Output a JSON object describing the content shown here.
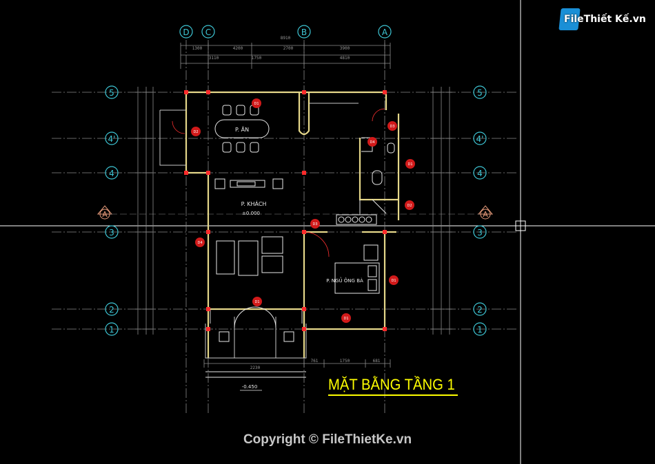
{
  "drawing": {
    "title": "MẶT BẰNG TẦNG 1",
    "copyright": "Copyright © FileThietKe.vn",
    "logo_text": "FileThiết Kế.vn",
    "column_grid_top": [
      "D",
      "C",
      "B",
      "A"
    ],
    "row_grid_left": [
      "5",
      "4'",
      "4",
      "3",
      "2",
      "1"
    ],
    "row_grid_right": [
      "5",
      "4'",
      "4",
      "3",
      "2",
      "1"
    ],
    "section_marks": [
      "A",
      "A"
    ],
    "rooms": {
      "dining": "P. ĂN",
      "living": "P. KHÁCH",
      "living_level": "±0.000",
      "grandparents_bedroom": "P. NGỦ ÔNG BÀ",
      "entry_level": "-0.450"
    },
    "dimensions_top_row1": [
      "1300",
      "4200",
      "2700",
      "3900"
    ],
    "dimensions_top_total": "8910",
    "dimensions_top_row2": [
      "3110",
      "1750",
      "4810"
    ],
    "dimensions_bottom": [
      "2230",
      "761",
      "1750",
      "681"
    ],
    "door_tags": [
      "D1",
      "D2",
      "D3",
      "D4",
      "D1",
      "D2",
      "D3",
      "D4",
      "D1",
      "D1",
      "D1"
    ]
  },
  "colors": {
    "background": "#000000",
    "grid_line": "#9a9a9a",
    "axis_bubble": "#3ec7d6",
    "wall": "#e6d88a",
    "column": "#ff2b2b",
    "dimension": "#8e8e8e",
    "tag": "#ff2020",
    "title": "#ffff00",
    "furniture": "#e8e8e8"
  }
}
